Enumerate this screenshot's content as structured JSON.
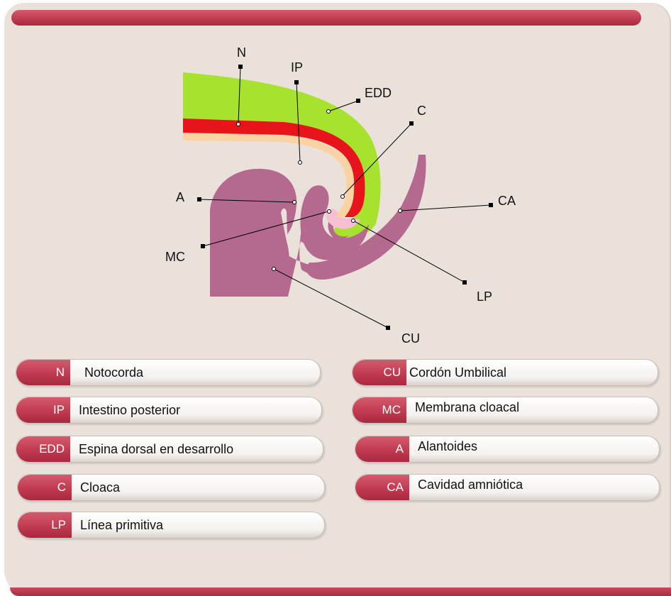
{
  "diagram": {
    "labels": {
      "N": "N",
      "IP": "IP",
      "EDD": "EDD",
      "C": "C",
      "A": "A",
      "CA": "CA",
      "MC": "MC",
      "LP": "LP",
      "CU": "CU"
    },
    "colors": {
      "notochord": "#e8141c",
      "ectoderm": "#a6e22e",
      "endoderm": "#f9d3a3",
      "mesoderm": "#b5698f",
      "membrane": "#f7bfd2",
      "background": "#e9e1da",
      "accent": "#c13c51"
    }
  },
  "legend": {
    "left": [
      {
        "abbr": "N",
        "name": "Notocorda"
      },
      {
        "abbr": "IP",
        "name": "Intestino posterior"
      },
      {
        "abbr": "EDD",
        "name": "Espina dorsal en desarrollo"
      },
      {
        "abbr": "C",
        "name": "Cloaca"
      },
      {
        "abbr": "LP",
        "name": "Línea primitiva"
      }
    ],
    "right": [
      {
        "abbr": "CU",
        "name": "Cordón Umbilical"
      },
      {
        "abbr": "MC",
        "name": "Membrana cloacal"
      },
      {
        "abbr": "A",
        "name": "Alantoides"
      },
      {
        "abbr": "CA",
        "name": "Cavidad amniótica"
      }
    ]
  }
}
